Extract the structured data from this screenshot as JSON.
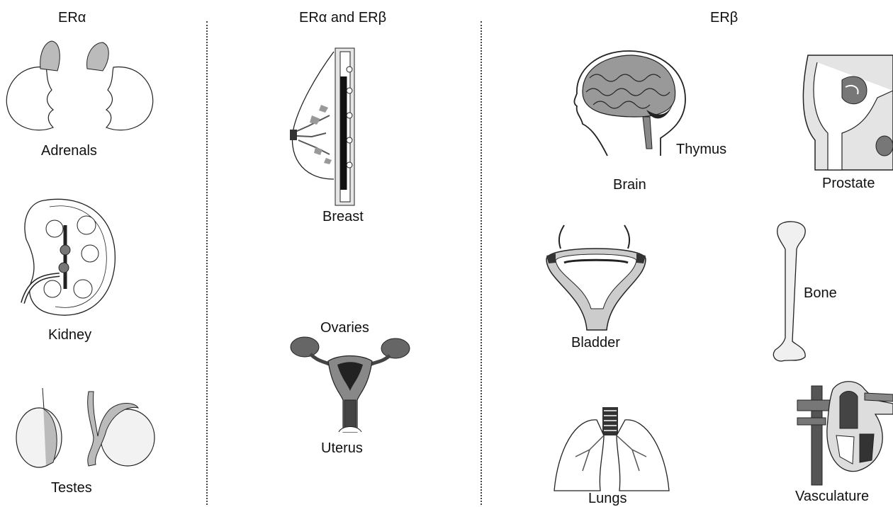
{
  "columns": {
    "alpha": {
      "title": "ERα",
      "organs": {
        "adrenals": "Adrenals",
        "kidney": "Kidney",
        "testes": "Testes"
      }
    },
    "both": {
      "title": "ERα and ERβ",
      "organs": {
        "breast": "Breast",
        "ovaries": "Ovaries",
        "uterus": "Uterus"
      }
    },
    "beta": {
      "title": "ERβ",
      "organs": {
        "brain": "Brain",
        "thymus": "Thymus",
        "prostate": "Prostate",
        "bladder": "Bladder",
        "bone": "Bone",
        "lungs": "Lungs",
        "vasculature": "Vasculature"
      }
    }
  },
  "colors": {
    "line": "#222222",
    "shade": "#9a9a9a",
    "dark": "#333333",
    "light": "#e9e9e9"
  }
}
